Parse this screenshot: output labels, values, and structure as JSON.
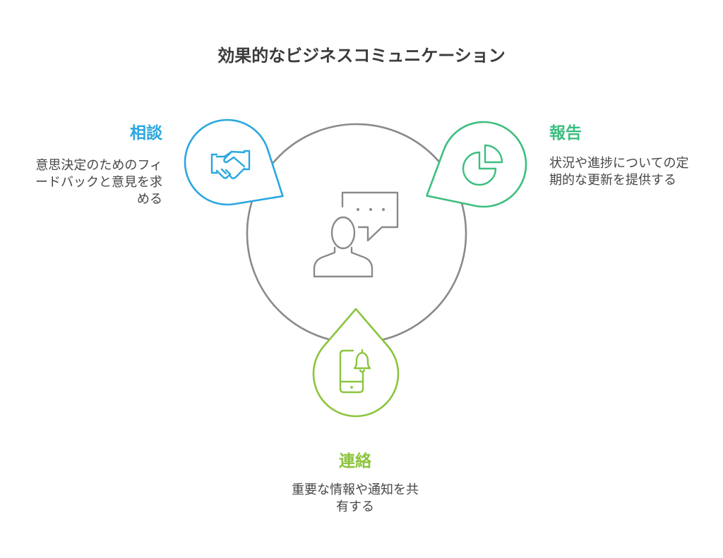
{
  "title": "効果的なビジネスコミュニケーション",
  "center": {
    "icon": "person-speech-bubble-icon",
    "color": "#8a8a8a"
  },
  "items": [
    {
      "label": "相談",
      "description": [
        "意思決定のためのフィ",
        "ードバックと意見を求",
        "める"
      ],
      "color": "#2aa7df",
      "icon": "handshake-icon"
    },
    {
      "label": "報告",
      "description": [
        "状況や進捗についての定",
        "期的な更新を提供する"
      ],
      "color": "#3dbe80",
      "icon": "pie-chart-icon"
    },
    {
      "label": "連絡",
      "description": [
        "重要な情報や通知を共",
        "有する"
      ],
      "color": "#8cc43f",
      "icon": "phone-bell-icon"
    }
  ]
}
